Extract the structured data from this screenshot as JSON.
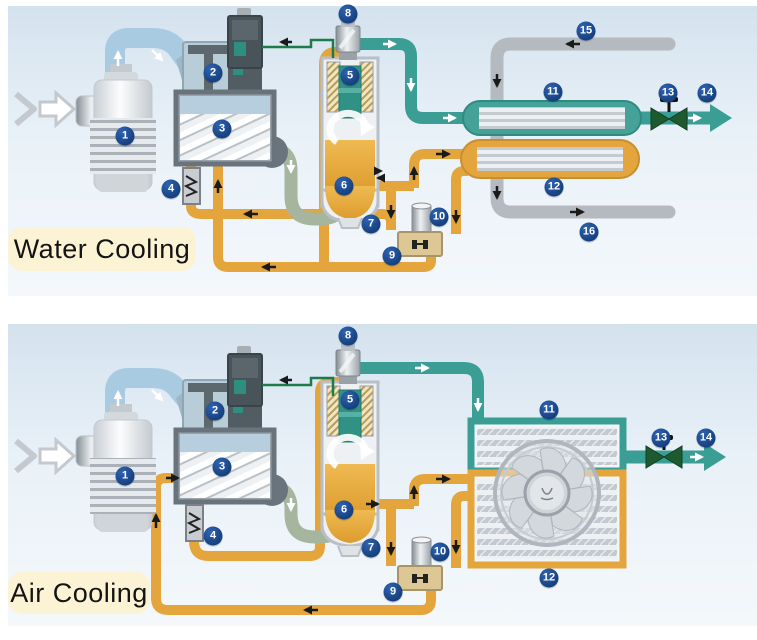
{
  "panels": {
    "water": {
      "label": "Water Cooling"
    },
    "air": {
      "label": "Air Cooling"
    }
  },
  "badge_numbers": {
    "b1": "1",
    "b2": "2",
    "b3": "3",
    "b4": "4",
    "b5": "5",
    "b6": "6",
    "b7": "7",
    "b8": "8",
    "b9": "9",
    "b10": "10",
    "b11": "11",
    "b12": "12",
    "b13": "13",
    "b14": "14",
    "b15": "15",
    "b16": "16"
  },
  "colors": {
    "badge": "#16407E",
    "teal": "#3A9E94",
    "oil": "#E4A53C",
    "waterpipe": "#B5BAC0",
    "intake": "#A9CBE2",
    "discharge": "#A6B59E",
    "control": "#1D7A4B",
    "valvegreen": "#1E5A30",
    "labelbg": "#FCF3D4",
    "oilfill": "#E0A23E",
    "bgtop": "#D6E3EF",
    "bgbottom": "#F4F8FB"
  }
}
